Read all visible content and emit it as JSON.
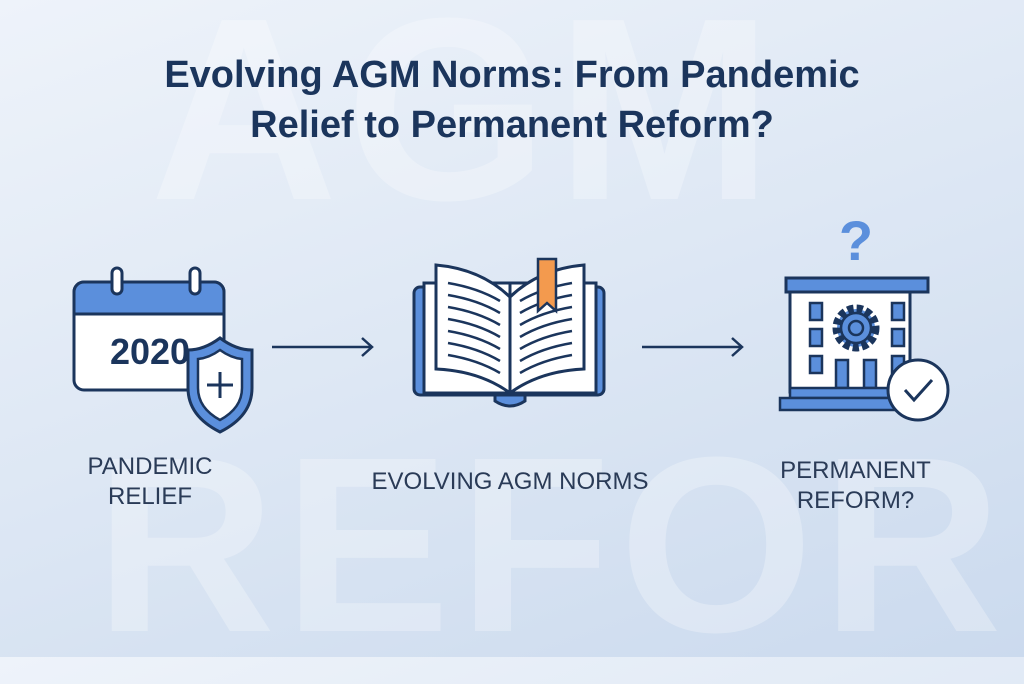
{
  "watermark": {
    "top": "AGM",
    "bottom": "REFORM"
  },
  "title": {
    "line1": "Evolving AGM Norms: From Pandemic",
    "line2": "Relief to Permanent Reform?"
  },
  "steps": [
    {
      "icon": "calendar-shield-icon",
      "year": "2020",
      "label_line1": "PANDEMIC",
      "label_line2": "RELIEF"
    },
    {
      "icon": "open-book-icon",
      "label": "EVOLVING AGM NORMS"
    },
    {
      "icon": "building-gear-check-icon",
      "question": "?",
      "label_line1": "PERMANENT",
      "label_line2": "REFORM?"
    }
  ],
  "colors": {
    "navy": "#1b355c",
    "blue": "#5b8fdc",
    "orange": "#f39a4e",
    "white": "#ffffff"
  }
}
